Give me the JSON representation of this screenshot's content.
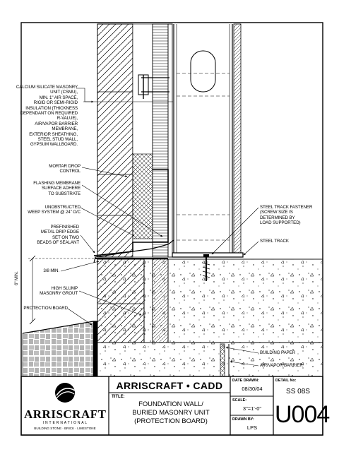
{
  "labels": {
    "csmu": "CALCIUM SILICATE MASONRY\nUNIT (CSMU),\nMIN. 1\" AIR SPACE,\nRIGID OR SEMI-RIGID\nINSULATION (THICKNESS\nDEPENDANT ON REQUIRED\nR-VALUE),\nAIR/VAPOR BARRIER\nMEMBRANE,\nEXTERIOR SHEATHING,\nSTEEL STUD WALL,\nGYPSUM WALLBOARD.",
    "mortar_drop": "MORTAR DROP\nCONTROL",
    "flashing": "FLASHING MEMBRANE\nSURFACE ADHERE\nTO SUBSTRATE",
    "weep": "UNOBSTRUCTED\nWEEP SYSTEM @ 24\" O/C",
    "drip_edge": "PREFINISHED\nMETAL DRIP EDGE\nSET ON TWO\nBEADS OF SEALANT",
    "min_38": "3/8 MIN.",
    "min_6": "6\" MIN.",
    "grout": "HIGH SLUMP\nMASONRY GROUT",
    "protection_board": "PROTECTION BOARD",
    "fastener": "STEEL TRACK FASTENER\n(SCREW SIZE IS\nDETERMINED BY\nLOAD SUPPORTED)",
    "steel_track": "STEEL TRACK",
    "building_paper": "BUILDING PAPER",
    "air_vapor": "AIR/VAPOR BARRIER"
  },
  "title_block": {
    "company": "ARRISCRAFT",
    "company_sub": "I N T E R N A T I O N A L",
    "company_tag": "BUILDING STONE · BRICK · LIMESTONE",
    "cadd_title": "ARRISCRAFT • CADD",
    "title_label": "TITLE:",
    "title_lines": [
      "FOUNDATION WALL/",
      "BURIED MASONRY UNIT",
      "(PROTECTION BOARD)"
    ],
    "date_label": "DATE DRAWN:",
    "date_value": "08/30/04",
    "scale_label": "SCALE:",
    "scale_value": "3\"=1'-0\"",
    "drawn_label": "DRAWN BY:",
    "drawn_value": "LPS",
    "detail_label": "DETAIL No:",
    "detail_value": "SS 08S",
    "sheet_number": "U004"
  }
}
